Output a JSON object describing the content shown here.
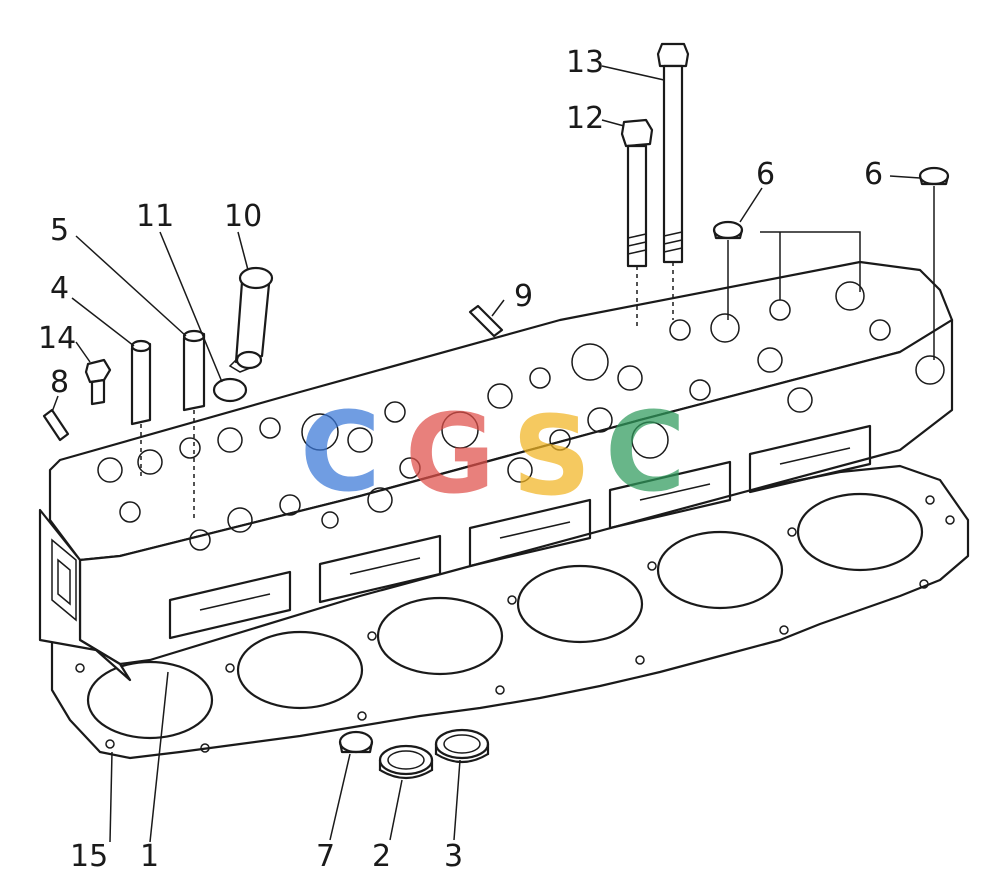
{
  "callouts": {
    "c1": "1",
    "c2": "2",
    "c3": "3",
    "c4": "4",
    "c5": "5",
    "c6a": "6",
    "c6b": "6",
    "c7": "7",
    "c8": "8",
    "c9": "9",
    "c10": "10",
    "c11": "11",
    "c12": "12",
    "c13": "13",
    "c14": "14",
    "c15": "15"
  },
  "watermark": {
    "letters": [
      "C",
      "G",
      "S",
      "C"
    ],
    "colors": [
      "#3a78d8",
      "#e0504a",
      "#f2b523",
      "#2f9a5c"
    ]
  }
}
